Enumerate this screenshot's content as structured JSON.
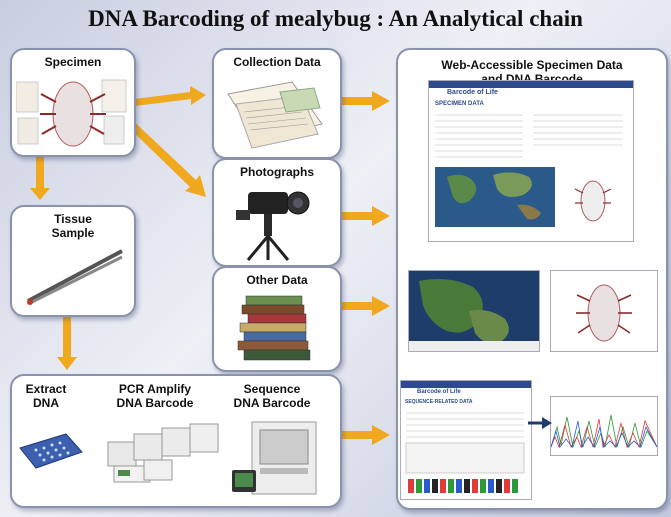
{
  "title": "DNA Barcoding of mealybug : An Analytical chain",
  "boxes": {
    "specimen": "Specimen",
    "collection": "Collection Data",
    "photographs": "Photographs",
    "tissue": "Tissue\nSample",
    "other": "Other Data",
    "web": "Web-Accessible Specimen Data\nand DNA Barcode",
    "extract": "Extract\nDNA",
    "pcr": "PCR Amplify\nDNA Barcode",
    "sequence": "Sequence\nDNA Barcode"
  },
  "web_panel": {
    "site_name": "Barcode of Life",
    "specimen_heading": "SPECIMEN DATA",
    "sequence_heading": "SEQUENCE-RELATED DATA"
  },
  "colors": {
    "arrow": "#f0a81e",
    "dark_arrow": "#1f3b6e",
    "box_border": "#8a93ad"
  }
}
